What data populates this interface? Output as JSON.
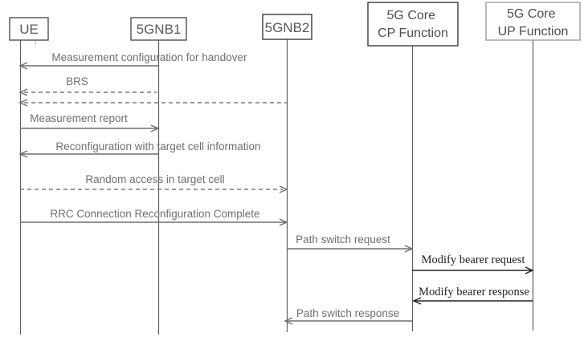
{
  "diagram": {
    "type": "sequence-diagram",
    "subject": "5G handover signalling flow",
    "colors": {
      "background": "#ffffff",
      "box_border": "#4f4f4f",
      "box_border_light": "#9e9e9e",
      "actor_text": "#5a5a5a",
      "line_gray": "#6e6e6e",
      "line_dashed": "#7a7a7a",
      "line_dark": "#222222",
      "label_gray": "#6f6f6f",
      "label_dark": "#1f1f1f"
    },
    "actors": [
      {
        "id": "ue",
        "label": "UE"
      },
      {
        "id": "5gnb1",
        "label": "5GNB1"
      },
      {
        "id": "5gnb2",
        "label": "5GNB2"
      },
      {
        "id": "cp",
        "label": "5G Core CP Function",
        "line1": "5G Core",
        "line2": "CP Function"
      },
      {
        "id": "up",
        "label": "5G Core UP Function",
        "line1": "5G Core",
        "line2": "UP Function"
      }
    ],
    "messages": [
      {
        "label": "Measurement configuration for handover",
        "from": "5GNB1",
        "to": "UE",
        "line": "solid",
        "font": "sans"
      },
      {
        "label": "BRS",
        "from": "5GNB1",
        "to": "UE",
        "line": "dashed",
        "font": "sans"
      },
      {
        "label": "",
        "from": "5GNB2",
        "to": "UE",
        "line": "dashed",
        "font": "sans"
      },
      {
        "label": "Measurement report",
        "from": "UE",
        "to": "5GNB1",
        "line": "solid",
        "font": "sans"
      },
      {
        "label": "Reconfiguration with target cell information",
        "from": "5GNB1",
        "to": "UE",
        "line": "solid",
        "font": "sans"
      },
      {
        "label": "Random access in target cell",
        "from": "UE",
        "to": "5GNB2",
        "line": "dashed",
        "font": "sans"
      },
      {
        "label": "RRC Connection Reconfiguration Complete",
        "from": "UE",
        "to": "5GNB2",
        "line": "solid",
        "font": "sans"
      },
      {
        "label": "Path switch request",
        "from": "5GNB2",
        "to": "5G Core CP Function",
        "line": "solid",
        "font": "sans"
      },
      {
        "label": "Modify bearer request",
        "from": "5G Core CP Function",
        "to": "5G Core UP Function",
        "line": "solid",
        "font": "serif"
      },
      {
        "label": "Modify bearer response",
        "from": "5G Core UP Function",
        "to": "5G Core CP Function",
        "line": "solid",
        "font": "serif"
      },
      {
        "label": "Path switch response",
        "from": "5G Core CP Function",
        "to": "5GNB2",
        "line": "solid",
        "font": "sans"
      }
    ]
  }
}
